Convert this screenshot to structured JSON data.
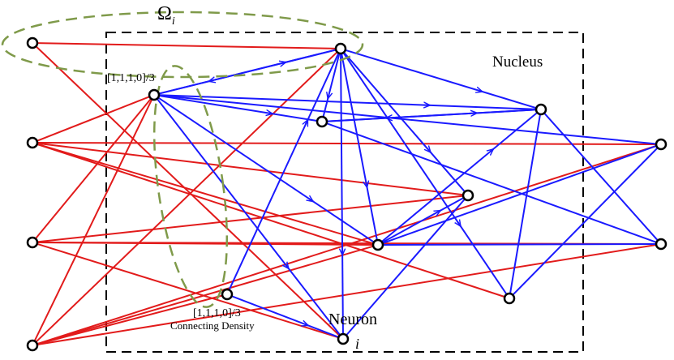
{
  "labels": {
    "omega": "Ω",
    "omega_sub": "i",
    "nucleus": "Nucleus",
    "weight_top": "[1,1,1,0]/3",
    "weight_bottom": "[1,1,1,0]/3",
    "connecting_density": "Connecting Density",
    "neuron": "Neuron",
    "neuron_index": "i"
  },
  "colors": {
    "input_edges": "#e21b1b",
    "nucleus_edges": "#1a1aff",
    "boundary": "#000000",
    "omega_region": "#7f9a4a",
    "node_stroke": "#000000"
  },
  "nodes": [
    {
      "id": "L1",
      "role": "input"
    },
    {
      "id": "L2",
      "role": "input"
    },
    {
      "id": "L3",
      "role": "input"
    },
    {
      "id": "L4",
      "role": "input"
    },
    {
      "id": "N_top",
      "role": "nucleus"
    },
    {
      "id": "N_w",
      "role": "nucleus"
    },
    {
      "id": "N_mid",
      "role": "nucleus"
    },
    {
      "id": "N_r1",
      "role": "nucleus"
    },
    {
      "id": "N_r2",
      "role": "nucleus"
    },
    {
      "id": "N_c",
      "role": "nucleus"
    },
    {
      "id": "N_lb",
      "role": "nucleus"
    },
    {
      "id": "N_br",
      "role": "nucleus"
    },
    {
      "id": "N_i",
      "role": "nucleus"
    },
    {
      "id": "R1",
      "role": "output"
    },
    {
      "id": "R2",
      "role": "output"
    }
  ],
  "edges": {
    "input": [
      [
        "L1",
        "N_top"
      ],
      [
        "L1",
        "N_i"
      ],
      [
        "L2",
        "N_w"
      ],
      [
        "L2",
        "R1"
      ],
      [
        "L2",
        "N_r2"
      ],
      [
        "L2",
        "N_c"
      ],
      [
        "L2",
        "N_br"
      ],
      [
        "L3",
        "N_w"
      ],
      [
        "L3",
        "N_r2"
      ],
      [
        "L3",
        "N_c"
      ],
      [
        "L3",
        "R2"
      ],
      [
        "L3",
        "N_i"
      ],
      [
        "L4",
        "N_w"
      ],
      [
        "L4",
        "N_top"
      ],
      [
        "L4",
        "N_lb"
      ],
      [
        "L4",
        "N_c"
      ],
      [
        "L4",
        "R1"
      ],
      [
        "L4",
        "R2"
      ]
    ],
    "nucleus": [
      {
        "from": "N_top",
        "to": "N_mid",
        "arrow": true
      },
      {
        "from": "N_top",
        "to": "N_c",
        "arrow": true
      },
      {
        "from": "N_top",
        "to": "N_r2",
        "arrow": true
      },
      {
        "from": "N_top",
        "to": "N_i",
        "arrow": true
      },
      {
        "from": "N_top",
        "to": "N_br",
        "arrow": true
      },
      {
        "from": "N_top",
        "to": "N_r1",
        "arrow": true
      },
      {
        "from": "N_top",
        "to": "N_w",
        "arrow": true
      },
      {
        "from": "N_w",
        "to": "N_mid",
        "arrow": true
      },
      {
        "from": "N_w",
        "to": "N_r1",
        "arrow": true
      },
      {
        "from": "N_w",
        "to": "N_c",
        "arrow": true
      },
      {
        "from": "N_w",
        "to": "N_i",
        "arrow": true
      },
      {
        "from": "N_w",
        "to": "N_top",
        "arrow": true
      },
      {
        "from": "N_w",
        "to": "R1",
        "arrow": false
      },
      {
        "from": "N_mid",
        "to": "N_r1",
        "arrow": true
      },
      {
        "from": "N_r1",
        "to": "N_mid",
        "arrow": true
      },
      {
        "from": "N_lb",
        "to": "N_top",
        "arrow": true
      },
      {
        "from": "N_lb",
        "to": "N_i",
        "arrow": true
      },
      {
        "from": "N_c",
        "to": "N_r1",
        "arrow": true
      },
      {
        "from": "N_c",
        "to": "N_r2",
        "arrow": true
      },
      {
        "from": "N_c",
        "to": "R2",
        "arrow": false
      },
      {
        "from": "N_c",
        "to": "R1",
        "arrow": false
      },
      {
        "from": "N_r1",
        "to": "R2",
        "arrow": false
      },
      {
        "from": "N_i",
        "to": "N_r2",
        "arrow": false
      },
      {
        "from": "N_br",
        "to": "R1",
        "arrow": false
      },
      {
        "from": "N_br",
        "to": "N_r1",
        "arrow": false
      },
      {
        "from": "R2",
        "to": "N_mid",
        "arrow": false
      }
    ]
  }
}
